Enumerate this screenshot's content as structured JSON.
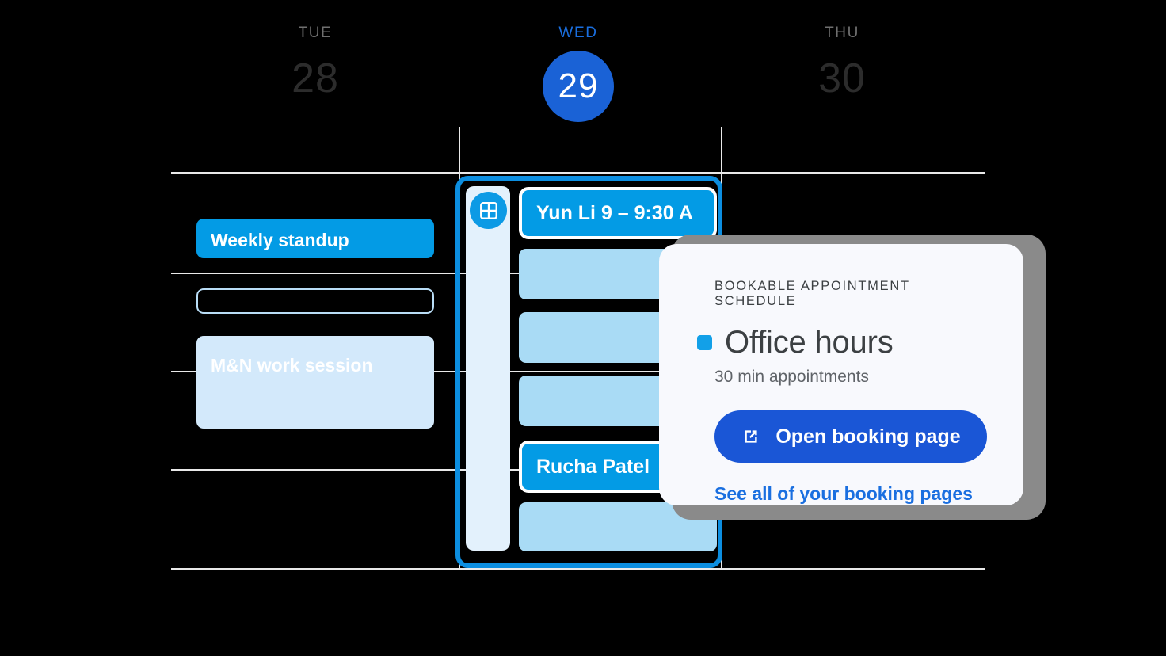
{
  "calendar": {
    "days": [
      {
        "name": "TUE",
        "number": "28",
        "active": false
      },
      {
        "name": "WED",
        "number": "29",
        "active": true
      },
      {
        "name": "THU",
        "number": "30",
        "active": false
      }
    ],
    "accent_blue": "#1a62d6",
    "event_blue": "#039be5",
    "pale_blue": "#d3e9fb",
    "mid_blue": "#a9dbf5",
    "strip_blue": "#e3f1fc",
    "gridline_color": "#e9e9e9"
  },
  "tuesday_events": [
    {
      "title": "Weekly standup",
      "style": "solid"
    },
    {
      "title": "",
      "style": "outline"
    },
    {
      "title": "M&N work session",
      "style": "pale"
    }
  ],
  "wednesday": {
    "grid_icon": "grid-icon",
    "events": [
      {
        "title": "Yun Li  9 – 9:30 A",
        "style": "ring"
      },
      {
        "title": "",
        "style": "mid"
      },
      {
        "title": "",
        "style": "mid"
      },
      {
        "title": "",
        "style": "mid"
      },
      {
        "title": "Rucha Patel",
        "style": "ring"
      },
      {
        "title": "",
        "style": "mid"
      }
    ]
  },
  "popup": {
    "eyebrow": "BOOKABLE APPOINTMENT SCHEDULE",
    "title": "Office hours",
    "subtitle": "30 min appointments",
    "button_label": "Open booking page",
    "button_icon": "external-link-icon",
    "link_label": "See all of your booking pages",
    "button_color": "#1a56d6",
    "link_color": "#1a6fe0",
    "bullet_color": "#12a0e8"
  }
}
